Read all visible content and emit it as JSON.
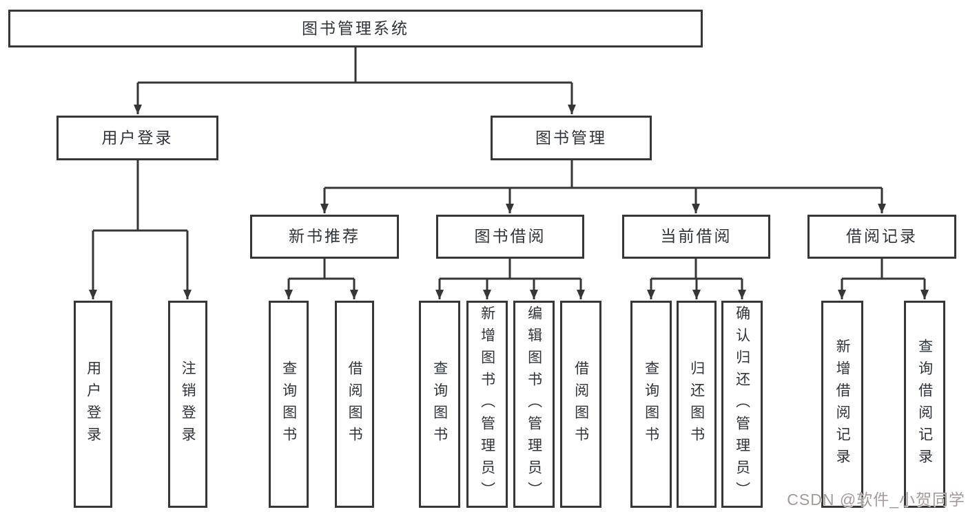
{
  "diagram": {
    "root": {
      "label": "图书管理系统"
    },
    "user_login_branch": {
      "label": "用户登录",
      "children": [
        {
          "label": "用户登录"
        },
        {
          "label": "注销登录"
        }
      ]
    },
    "book_mgmt_branch": {
      "label": "图书管理",
      "sections": [
        {
          "label": "新书推荐",
          "children": [
            {
              "label": "查询图书"
            },
            {
              "label": "借阅图书"
            }
          ]
        },
        {
          "label": "图书借阅",
          "children": [
            {
              "label": "查询图书"
            },
            {
              "label": "新增图书（管理员）"
            },
            {
              "label": "编辑图书（管理员）"
            },
            {
              "label": "借阅图书"
            }
          ]
        },
        {
          "label": "当前借阅",
          "children": [
            {
              "label": "查询图书"
            },
            {
              "label": "归还图书"
            },
            {
              "label": "确认归还（管理员）"
            }
          ]
        },
        {
          "label": "借阅记录",
          "children": [
            {
              "label": "新增借阅记录"
            },
            {
              "label": "查询借阅记录"
            }
          ]
        }
      ]
    }
  },
  "watermark": {
    "text": "CSDN @软件_小贺同学"
  },
  "colors": {
    "line": "#363636",
    "box_border": "#363636",
    "box_background": "#ffffff",
    "text": "#303438",
    "watermark": "#a49a9a"
  }
}
